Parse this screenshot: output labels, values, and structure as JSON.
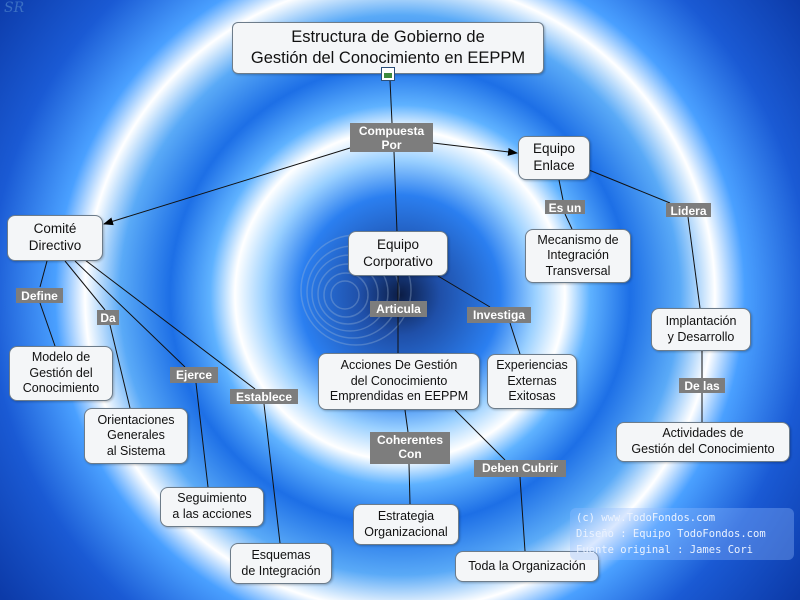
{
  "diagram": {
    "title": "Estructura de Gobierno de\nGestión del Conocimiento en EEPPM",
    "nodes": {
      "comite": "Comité\nDirectivo",
      "equipo_enlace": "Equipo\nEnlace",
      "equipo_corporativo": "Equipo\nCorporativo",
      "mecanismo": "Mecanismo de\nIntegración\nTransversal",
      "implantacion": "Implantación\ny Desarrollo",
      "actividades": "Actividades de\nGestión del Conocimiento",
      "modelo": "Modelo de\nGestión del\nConocimiento",
      "orientaciones": "Orientaciones\nGenerales\nal Sistema",
      "seguimiento": "Seguimiento\na las acciones",
      "esquemas": "Esquemas\nde Integración",
      "acciones": "Acciones De Gestión\ndel Conocimiento\nEmprendidas en EEPPM",
      "experiencias": "Experiencias\nExternas\nExitosas",
      "estrategia": "Estrategia\nOrganizacional",
      "toda": "Toda la Organización"
    },
    "links": {
      "compuesta_por": "Compuesta\nPor",
      "es_un": "Es un",
      "lidera": "Lidera",
      "de_las": "De las",
      "define": "Define",
      "da": "Da",
      "ejerce": "Ejerce",
      "establece": "Establece",
      "articula": "Articula",
      "investiga": "Investiga",
      "coherentes_con": "Coherentes\nCon",
      "deben_cubrir": "Deben Cubrir"
    }
  },
  "credits": {
    "line1": "(c) www.TodoFondos.com",
    "line2": "Diseño : Equipo TodoFondos.com",
    "line3": "Fuente original : James Cori"
  },
  "signature": "SR",
  "colors": {
    "background": "#1f5fd6",
    "rings": "#ffffff",
    "node_fill": "#f4f6f8",
    "label_fill": "#7d7d7d"
  }
}
